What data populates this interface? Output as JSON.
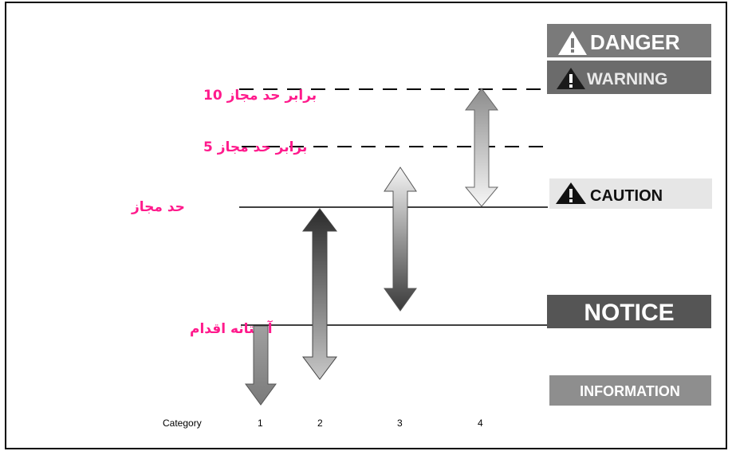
{
  "levels": {
    "ten_times_limit": "برابر حد مجاز 10",
    "five_times_limit": "برابر حد مجاز 5",
    "limit": "حد مجاز",
    "action_threshold": "آستانه اقدام"
  },
  "badges": {
    "danger": "DANGER",
    "warning": "WARNING",
    "caution": "CAUTION",
    "notice": "NOTICE",
    "information": "INFORMATION"
  },
  "categories": {
    "label": "Category",
    "items": [
      "1",
      "2",
      "3",
      "4"
    ]
  },
  "colors": {
    "label_pink": "#ff1a8c",
    "danger_bg": "#7a7a7a",
    "warning_bg": "#6b6b6b",
    "caution_bg": "#e6e6e6",
    "notice_bg": "#555555",
    "information_bg": "#8e8e8e"
  }
}
